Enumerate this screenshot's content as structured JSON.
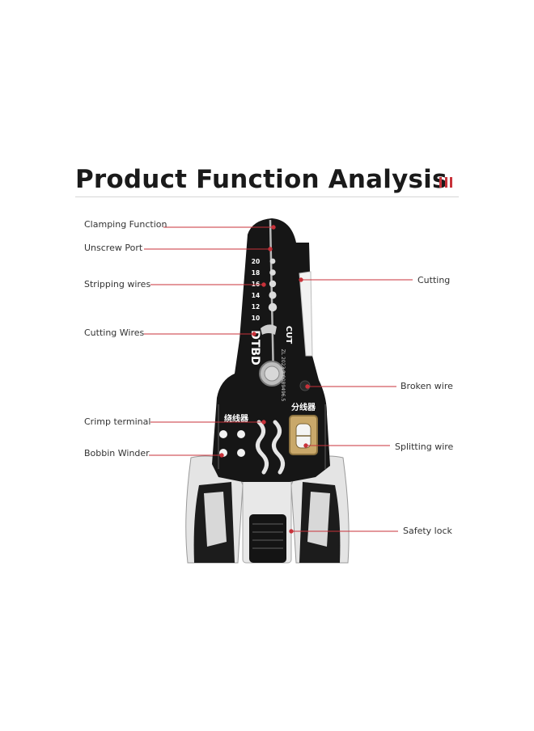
{
  "header": {
    "title": "Product Function Analysis",
    "accent_color": "#c8323a"
  },
  "tool": {
    "brand_mark": "DTBD",
    "cut_mark": "CUT",
    "gauge_numbers": [
      "20",
      "18",
      "16",
      "14",
      "12",
      "10"
    ],
    "patent_text": "ZL 2023 2 0089496.5",
    "crimp_panel_label": "绕线器",
    "split_panel_label": "分线器",
    "body_color": "#161616",
    "grip_color": "#e4e4e4",
    "insert_color": "#c9a86a"
  },
  "labels": {
    "left": [
      {
        "text": "Clamping Function"
      },
      {
        "text": "Unscrew Port"
      },
      {
        "text": "Stripping wires"
      },
      {
        "text": "Cutting Wires"
      },
      {
        "text": "Crimp terminal"
      },
      {
        "text": "Bobbin Winder"
      }
    ],
    "right": [
      {
        "text": "Cutting"
      },
      {
        "text": "Broken wire"
      },
      {
        "text": "Splitting wire"
      },
      {
        "text": "Safety lock"
      }
    ]
  }
}
